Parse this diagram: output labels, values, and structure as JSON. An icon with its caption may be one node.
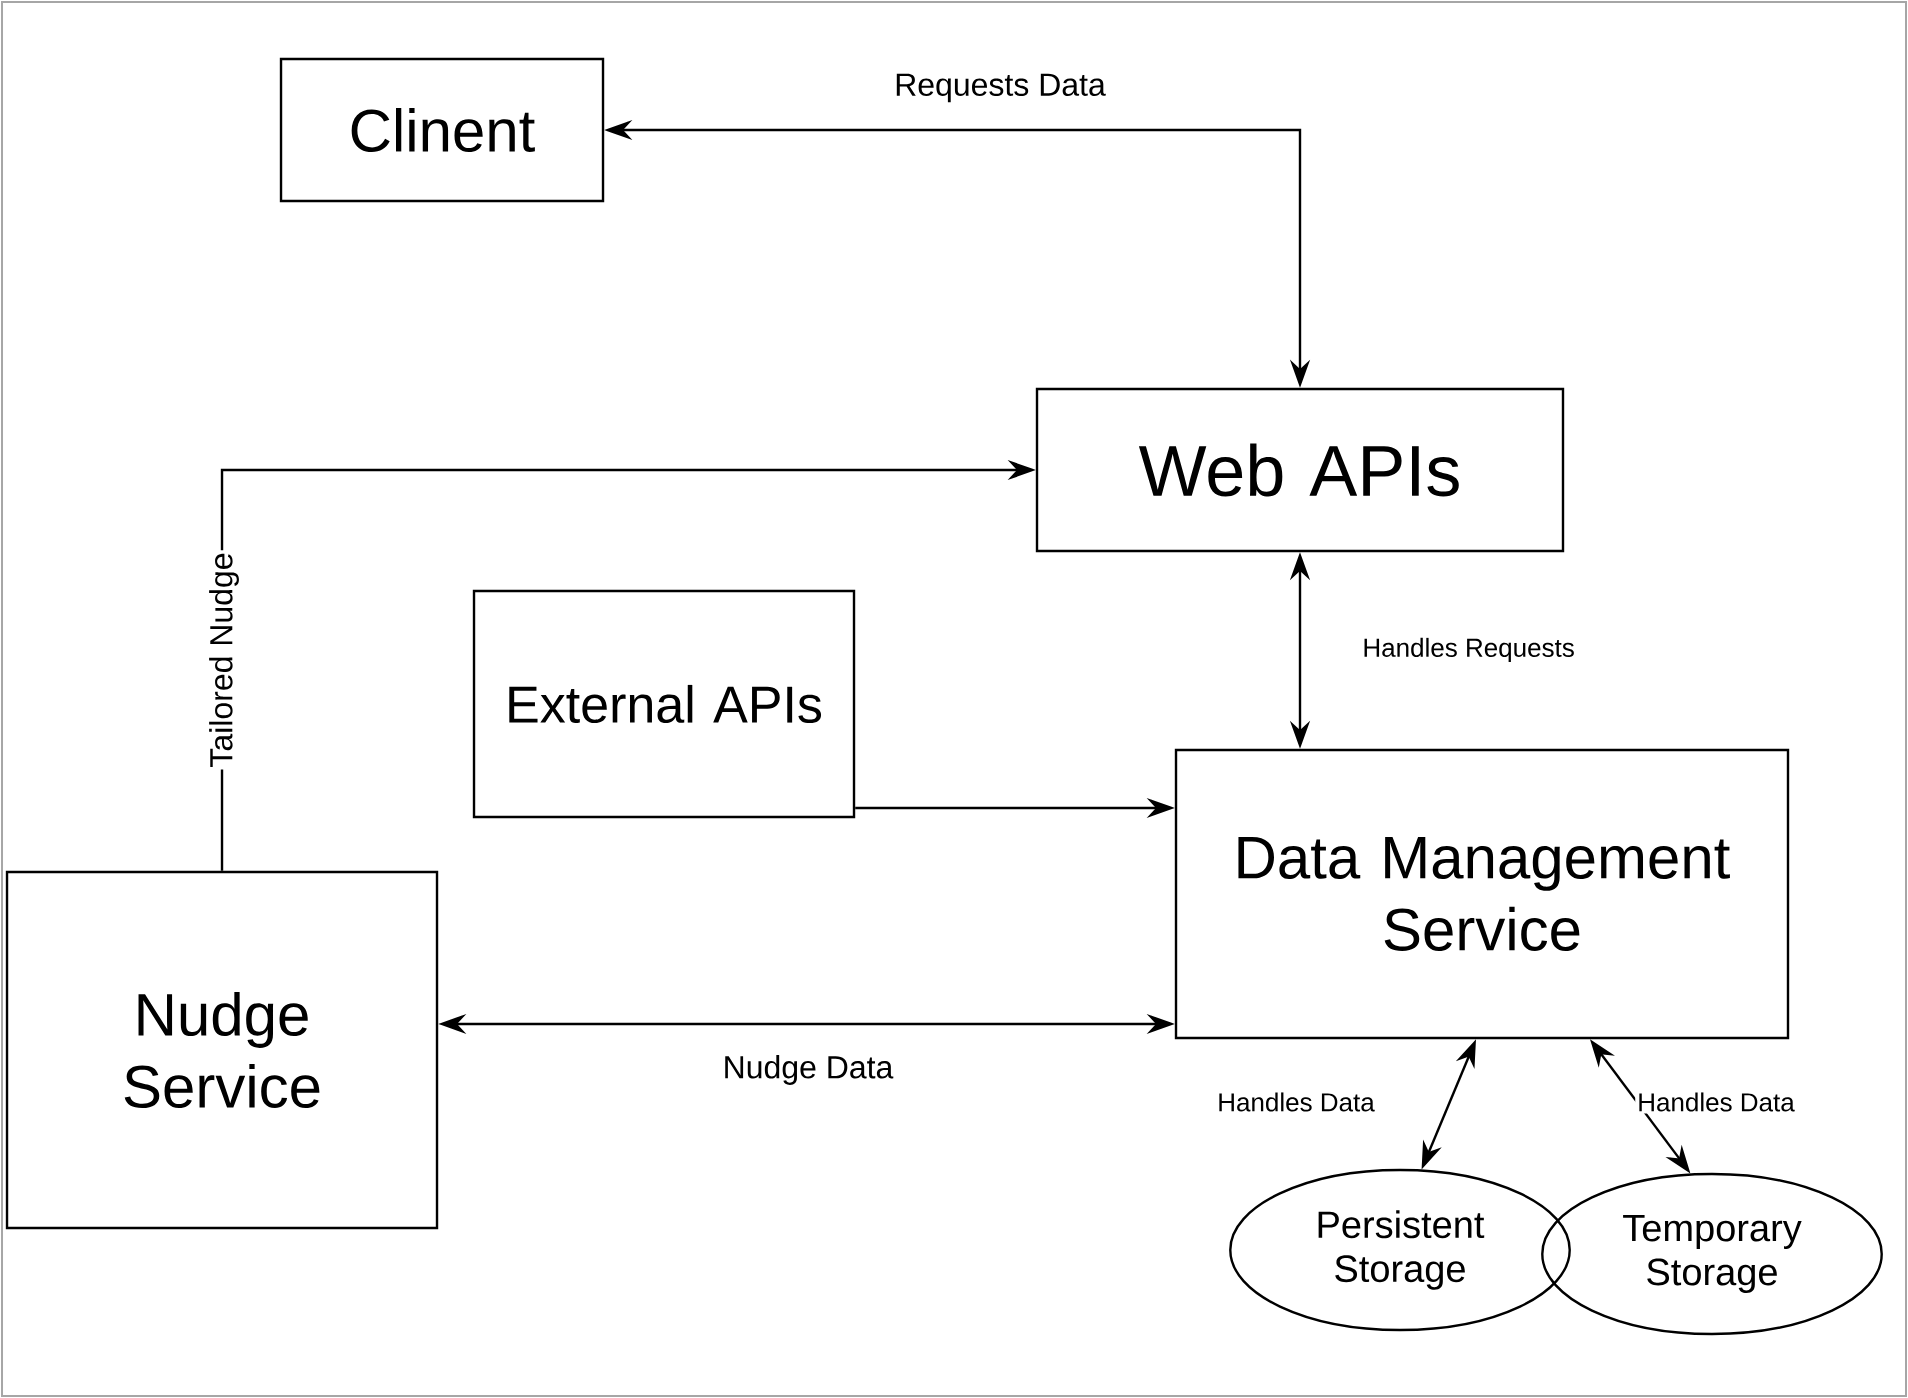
{
  "diagram": {
    "nodes": [
      {
        "text": [
          "Clinent"
        ]
      },
      {
        "text": [
          "Web APIs"
        ]
      },
      {
        "text": [
          "External APIs"
        ]
      },
      {
        "text": [
          "Data Management Service"
        ]
      },
      {
        "text": [
          "Nudge Service"
        ]
      },
      {
        "text": [
          "Persistent Storage"
        ]
      },
      {
        "text": [
          "Temporary Storage"
        ]
      }
    ],
    "edges": [
      {
        "from": 0,
        "to": 1,
        "arrow": "both",
        "label": "Requests Data"
      },
      {
        "from": 4,
        "to": 1,
        "arrow": "to",
        "label": "Tailored Nudge"
      },
      {
        "from": 1,
        "to": 3,
        "arrow": "both",
        "label": "Handles Requests"
      },
      {
        "from": 2,
        "to": 3,
        "arrow": "to"
      },
      {
        "from": 4,
        "to": 3,
        "arrow": "both",
        "label": "Nudge Data"
      },
      {
        "from": 3,
        "to": 5,
        "arrow": "both",
        "label": "Handles Data"
      },
      {
        "from": 3,
        "to": 6,
        "arrow": "both",
        "label": "Handles Data"
      }
    ]
  }
}
